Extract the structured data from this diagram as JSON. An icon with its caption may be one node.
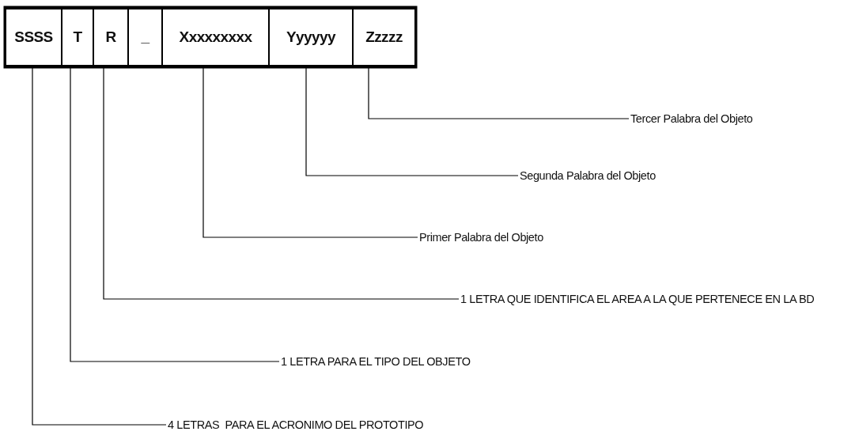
{
  "diagram": {
    "nodes": [
      {
        "text": [
          "SSSS"
        ]
      },
      {
        "text": [
          "T"
        ]
      },
      {
        "text": [
          "R"
        ]
      },
      {
        "text": [
          "_"
        ]
      },
      {
        "text": [
          "Xxxxxxxxx"
        ]
      },
      {
        "text": [
          "Yyyyyy"
        ]
      },
      {
        "text": [
          "Zzzzz"
        ]
      },
      {
        "text": [
          "Tercer Palabra del Objeto"
        ]
      },
      {
        "text": [
          "Segunda Palabra del Objeto"
        ]
      },
      {
        "text": [
          "Primer Palabra del Objeto"
        ]
      },
      {
        "text": [
          "1 LETRA QUE IDENTIFICA EL AREA A LA QUE PERTENECE EN LA BD"
        ]
      },
      {
        "text": [
          "1 LETRA PARA EL TIPO DEL OBJETO"
        ]
      },
      {
        "text": [
          "4 LETRAS  PARA EL ACRONIMO DEL PROTOTIPO"
        ]
      }
    ],
    "edges": [
      {
        "from": 6,
        "to": 7,
        "arrow": "none"
      },
      {
        "from": 5,
        "to": 8,
        "arrow": "none"
      },
      {
        "from": 4,
        "to": 9,
        "arrow": "none"
      },
      {
        "from": 2,
        "to": 10,
        "arrow": "none"
      },
      {
        "from": 1,
        "to": 11,
        "arrow": "none"
      },
      {
        "from": 0,
        "to": 12,
        "arrow": "none"
      }
    ]
  }
}
